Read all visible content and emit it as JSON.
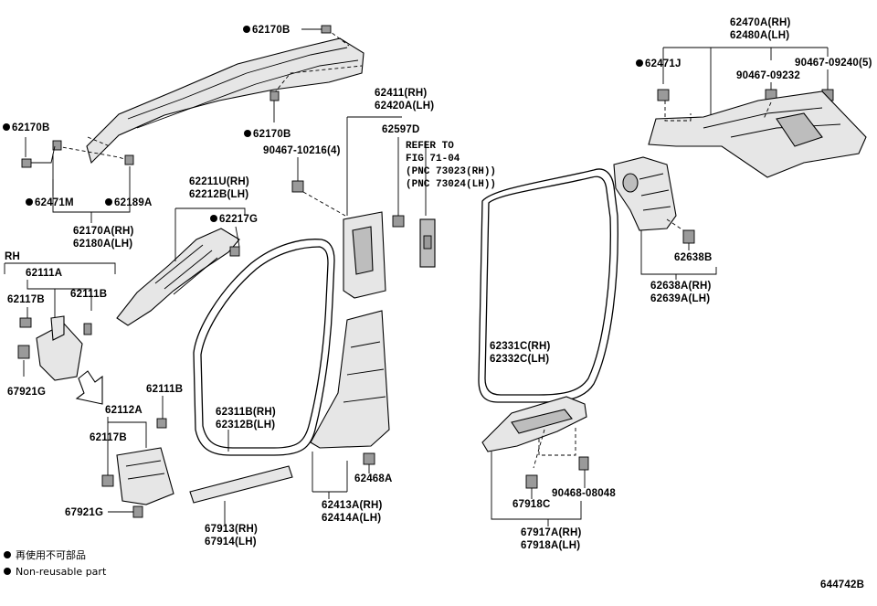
{
  "diagram": {
    "figure_code": "644742B",
    "rh_label": "RH",
    "legend": {
      "japanese": "再使用不可部品",
      "english": "Non-reusable part"
    },
    "labels": {
      "l62170B_top": "62170B",
      "l62170B_mid": "62170B",
      "l62170B_left": "62170B",
      "l62471M": "62471M",
      "l62189A": "62189A",
      "l62170A": "62170A(RH)",
      "l62180A": "62180A(LH)",
      "l62211U": "62211U(RH)",
      "l62212B": "62212B(LH)",
      "l62217G": "62217G",
      "l62111A": "62111A",
      "l62117B_a": "62117B",
      "l62111B_a": "62111B",
      "l67921G_a": "67921G",
      "l62111B_b": "62111B",
      "l62112A": "62112A",
      "l62117B_b": "62117B",
      "l67921G_b": "67921G",
      "l62311B": "62311B(RH)",
      "l62312B": "62312B(LH)",
      "l67913": "67913(RH)",
      "l67914": "67914(LH)",
      "l90467_10216": "90467-10216(4)",
      "l62411": "62411(RH)",
      "l62420A": "62420A(LH)",
      "l62597D": "62597D",
      "refer_1": "REFER TO",
      "refer_2": "FIG 71-04",
      "refer_3": "(PNC 73023(RH))",
      "refer_4": "(PNC 73024(LH))",
      "l62468A": "62468A",
      "l62413A": "62413A(RH)",
      "l62414A": "62414A(LH)",
      "l62331C": "62331C(RH)",
      "l62332C": "62332C(LH)",
      "l62470A": "62470A(RH)",
      "l62480A": "62480A(LH)",
      "l62471J": "62471J",
      "l90467_09232": "90467-09232",
      "l90467_09240": "90467-09240(5)",
      "l62638B": "62638B",
      "l62638A": "62638A(RH)",
      "l62639A": "62639A(LH)",
      "l67918C": "67918C",
      "l90468_08048": "90468-08048",
      "l67917A": "67917A(RH)",
      "l67918A": "67918A(LH)"
    }
  }
}
